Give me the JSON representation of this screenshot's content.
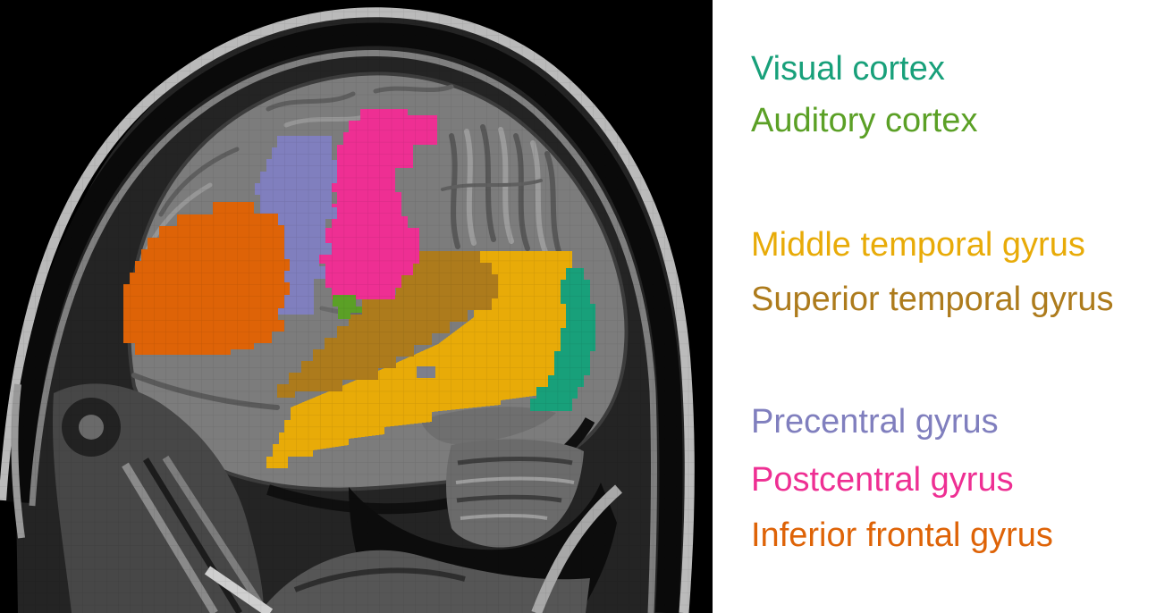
{
  "figure": {
    "type": "sagittal-brain-mri-with-region-overlays",
    "brain_panel_background": "#000000",
    "legend_background": "#ffffff"
  },
  "regions": {
    "visual_cortex": {
      "label": "Visual cortex",
      "color": "#18a07a"
    },
    "auditory_cortex": {
      "label": "Auditory cortex",
      "color": "#5ba026"
    },
    "middle_temporal_gyrus": {
      "label": "Middle temporal gyrus",
      "color": "#e8ab08"
    },
    "superior_temporal_gyrus": {
      "label": "Superior temporal gyrus",
      "color": "#ad7b1c"
    },
    "precentral_gyrus": {
      "label": "Precentral gyrus",
      "color": "#807fbe"
    },
    "postcentral_gyrus": {
      "label": "Postcentral gyrus",
      "color": "#ee2f93"
    },
    "inferior_frontal_gyrus": {
      "label": "Inferior frontal gyrus",
      "color": "#de6307"
    }
  },
  "legend_order": [
    "visual_cortex",
    "auditory_cortex",
    "middle_temporal_gyrus",
    "superior_temporal_gyrus",
    "precentral_gyrus",
    "postcentral_gyrus",
    "inferior_frontal_gyrus"
  ]
}
